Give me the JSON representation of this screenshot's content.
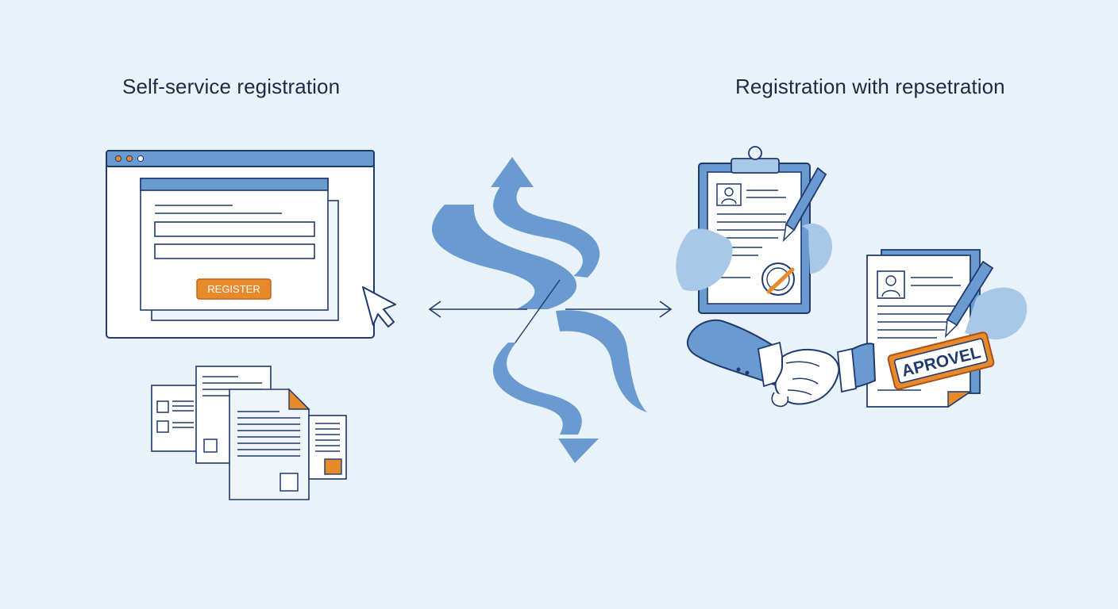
{
  "headings": {
    "left": "Self-service registration",
    "right": "Registration with repsetration"
  },
  "form": {
    "register_label": "REGISTER"
  },
  "stamp": {
    "label": "APROVEL"
  },
  "colors": {
    "background": "#e9f1f9",
    "navy": "#1e3a6e",
    "blue": "#6a9bd0",
    "light_blue": "#a9c8e8",
    "orange": "#e8892c"
  },
  "icons": [
    "browser-window-icon",
    "cursor-icon",
    "documents-stack-icon",
    "flow-arrows-icon",
    "clipboard-icon",
    "pen-icon",
    "handshake-icon",
    "approval-stamp-icon"
  ]
}
